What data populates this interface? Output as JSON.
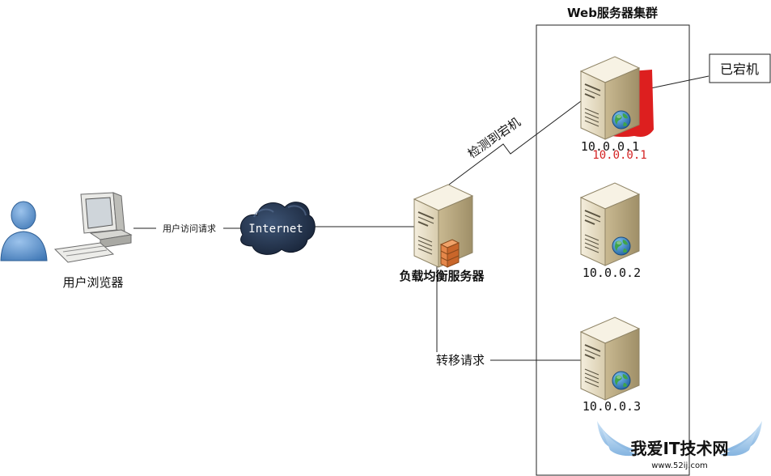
{
  "cluster": {
    "title": "Web服务器集群"
  },
  "user": {
    "label": "用户浏览器"
  },
  "edges": {
    "user_access": "用户访问请求",
    "detect_down": "检测到宕机",
    "transfer": "转移请求"
  },
  "internet": {
    "label": "Internet"
  },
  "load_balancer": {
    "label": "负载均衡服务器"
  },
  "servers": [
    {
      "ip": "10.0.0.1",
      "ip_highlight": "10.0.0.1",
      "status": "已宕机"
    },
    {
      "ip": "10.0.0.2"
    },
    {
      "ip": "10.0.0.3"
    }
  ],
  "watermark": {
    "title": "我爱IT技术网",
    "url": "www.52ij.com"
  },
  "colors": {
    "server_down": "#dd1f1f",
    "user_icon": "#5a8fc9",
    "cloud": "#1d2e49",
    "globe": "#2d7fbf",
    "firewall": "#d87733",
    "watermark": "#9ec6ea",
    "highlight_text": "#d42323"
  }
}
